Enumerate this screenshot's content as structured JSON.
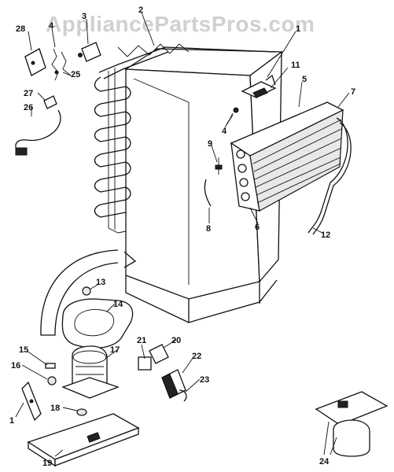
{
  "watermark": "AppliancePartsPros.com",
  "callouts": {
    "c1": "1",
    "c2": "2",
    "c3": "3",
    "c4": "4",
    "c5": "5",
    "c6": "6",
    "c7": "7",
    "c8": "8",
    "c9": "9",
    "c11": "11",
    "c12": "12",
    "c13": "13",
    "c14": "14",
    "c15": "15",
    "c16": "16",
    "c17": "17",
    "c18": "18",
    "c19": "19",
    "c20": "20",
    "c21": "21",
    "c22": "22",
    "c23": "23",
    "c24": "24",
    "c25": "25",
    "c26": "26",
    "c27": "27",
    "c28": "28"
  }
}
